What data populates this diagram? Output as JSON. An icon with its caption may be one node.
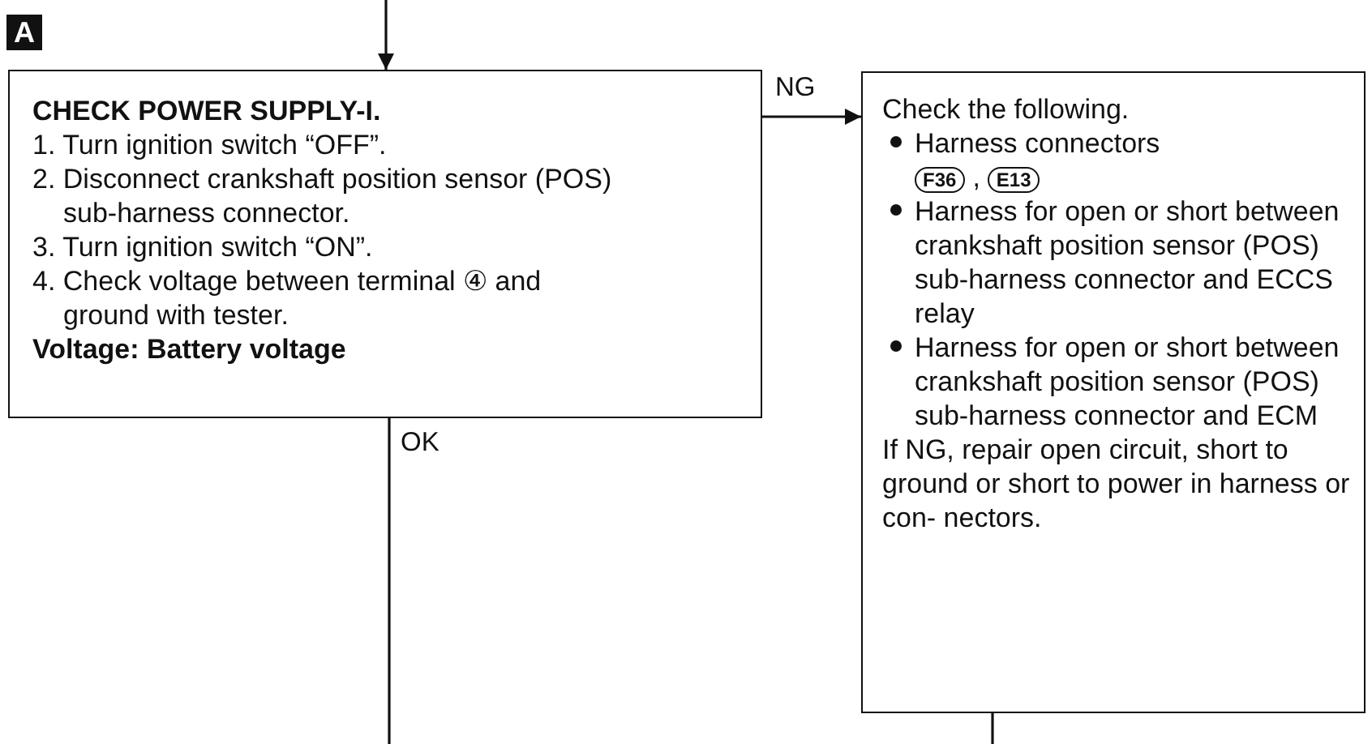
{
  "diagram": {
    "nodes": [
      {
        "text": [
          "CHECK POWER SUPPLY-I.",
          "1. Turn ignition switch “OFF”.",
          "2. Disconnect crankshaft position sensor (POS) sub-harness connector.",
          "3. Turn ignition switch “ON”.",
          "4. Check voltage between terminal ④  and ground with tester.",
          "Voltage: Battery voltage"
        ]
      },
      {
        "text": [
          "Check the following.",
          "Harness connectors",
          "F36",
          ",",
          "E13",
          "Harness for open or short between crankshaft position sensor (POS) sub-harness connector and ECCS relay",
          "Harness for open or short between crankshaft position sensor (POS) sub-harness connector and ECM",
          "If NG, repair open circuit, short to ground or short to power in harness or con- nectors."
        ]
      }
    ],
    "edges": [
      {
        "from": null,
        "to": 0,
        "arrow": "to"
      },
      {
        "from": 0,
        "to": 1,
        "arrow": "to",
        "label": "NG"
      },
      {
        "from": 0,
        "to": null,
        "arrow": "none",
        "label": "OK"
      },
      {
        "from": 1,
        "to": null,
        "arrow": "none"
      }
    ],
    "labels": [
      "A"
    ]
  }
}
